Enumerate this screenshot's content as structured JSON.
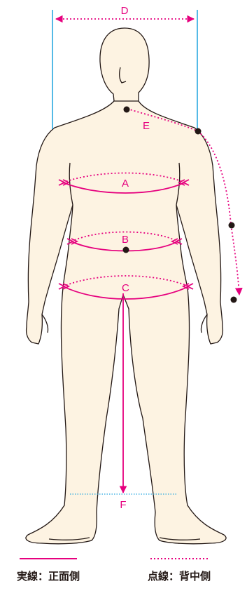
{
  "labels": {
    "d": "D",
    "e": "E",
    "a": "A",
    "b": "B",
    "c": "C",
    "f": "F"
  },
  "legend": {
    "solid": "実線：正面側",
    "dotted": "点線：背中側"
  },
  "colors": {
    "skin": "#fdf3e2",
    "outline": "#231815",
    "measure": "#e6007e",
    "guide": "#29a8e0",
    "point": "#231815"
  }
}
